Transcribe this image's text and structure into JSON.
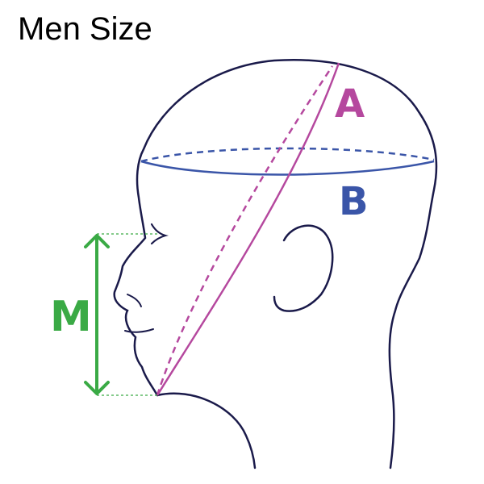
{
  "title": "Men Size",
  "labels": {
    "a": "A",
    "b": "B",
    "m": "M"
  },
  "colors": {
    "outline": "#1a1a4a",
    "measure_a": "#b5489e",
    "measure_b": "#3a55a8",
    "measure_m": "#3aaa45",
    "title": "#000000"
  }
}
